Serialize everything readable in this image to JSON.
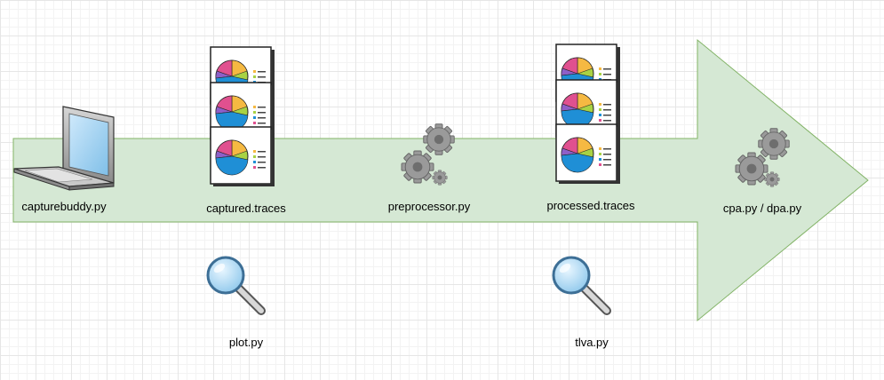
{
  "colors": {
    "arrow_fill": "#d5e8d4",
    "arrow_stroke": "#82b366",
    "gear_fill": "#9a9a9a",
    "pie_colors": [
      "#1f8fd6",
      "#f5b942",
      "#a8d244",
      "#e0508f",
      "#8e5fc8"
    ]
  },
  "nodes": {
    "capturebuddy": {
      "label": "capturebuddy.py",
      "icon": "laptop-icon"
    },
    "captured": {
      "label": "captured.traces",
      "icon": "report-stack-icon"
    },
    "preprocessor": {
      "label": "preprocessor.py",
      "icon": "gears-icon"
    },
    "processed": {
      "label": "processed.traces",
      "icon": "report-stack-icon"
    },
    "cpa_dpa": {
      "label": "cpa.py / dpa.py",
      "icon": "gears-icon"
    },
    "plot": {
      "label": "plot.py",
      "icon": "magnifier-icon"
    },
    "tlva": {
      "label": "tlva.py",
      "icon": "magnifier-icon"
    }
  }
}
